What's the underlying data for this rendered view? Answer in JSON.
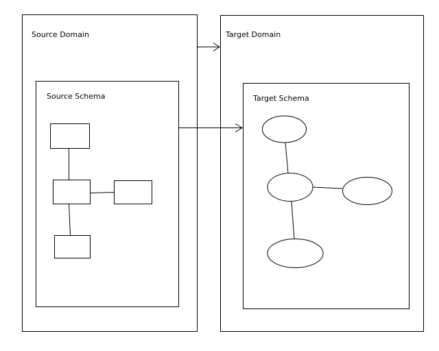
{
  "source_domain": {
    "label": "Source Domain",
    "schema": {
      "label": "Source Schema"
    }
  },
  "target_domain": {
    "label": "Target Domain",
    "schema": {
      "label": "Target Schema"
    }
  },
  "colors": {
    "stroke": "#000000",
    "background": "#ffffff"
  }
}
